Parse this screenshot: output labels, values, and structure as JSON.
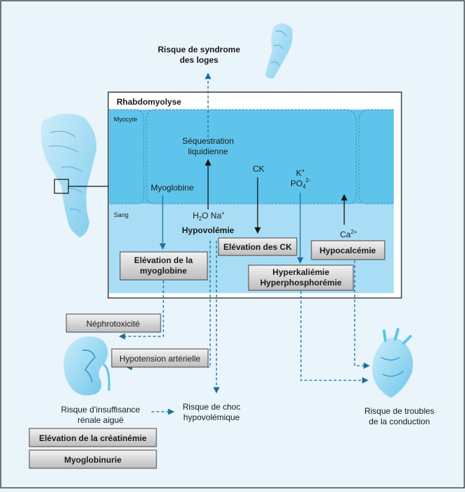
{
  "main_box_title": "Rhabdomyolyse",
  "zones": {
    "myocyte": "Myocyte",
    "blood": "Sang"
  },
  "top_risk": {
    "line1": "Risque de syndrome",
    "line2": "des loges"
  },
  "sequestration": {
    "line1": "Séquestration",
    "line2": "liquidienne"
  },
  "labels": {
    "myoglobine": "Myoglobine",
    "ck": "CK",
    "k": "K",
    "k_sup": "+",
    "po": "PO",
    "po_sub": "4",
    "po_sup": "2-",
    "h2o_h": "H",
    "h2o_sub": "2",
    "h2o_o": "O Na",
    "na_sup": "+",
    "hypovolemie": "Hypovolémie",
    "ca": "Ca",
    "ca_sup": "2+"
  },
  "boxes": {
    "elevation_myoglobine_1": "Elévation de la",
    "elevation_myoglobine_2": "myoglobine",
    "elevation_ck": "Elévation des CK",
    "hypocalcemie": "Hypocalcémie",
    "hyperkaliemie": "Hyperkaliémie",
    "hyperphosphoremie": "Hyperphosphorémie",
    "nephrotoxicite": "Néphrotoxicité",
    "hypotension": "Hypotension artérielle",
    "creatininemie": "Elévation de la créatinémie",
    "myoglobinurie": "Myoglobinurie"
  },
  "risks": {
    "renal_1": "Risque d’insuffisance",
    "renal_2": "rénale aiguë",
    "choc_1": "Risque de choc",
    "choc_2": "hypovolémique",
    "conduction_1": "Risque de troubles",
    "conduction_2": "de la conduction"
  },
  "colors": {
    "background": "#e9f4fb",
    "myocyte": "#5ec4ec",
    "blood": "#a8ddf5",
    "arrow": "#1e6e9c",
    "box_fill": "#d9d9d9"
  }
}
